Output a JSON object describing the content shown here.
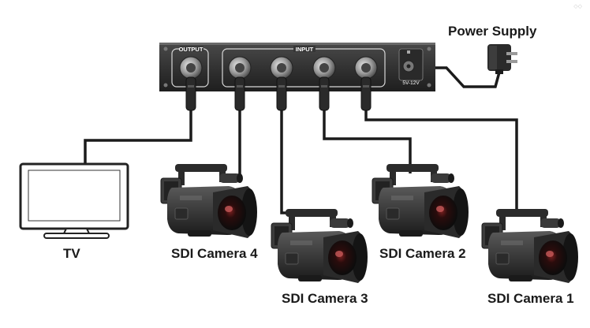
{
  "switcher": {
    "output_label": "OUTPUT",
    "input_label": "INPUT",
    "power_spec": "5V-12V"
  },
  "power_supply_label": "Power Supply",
  "tv_label": "TV",
  "cameras": [
    {
      "label": "SDI Camera 4"
    },
    {
      "label": "SDI Camera 3"
    },
    {
      "label": "SDI Camera 2"
    },
    {
      "label": "SDI Camera 1"
    }
  ],
  "watermark": "◇◇"
}
